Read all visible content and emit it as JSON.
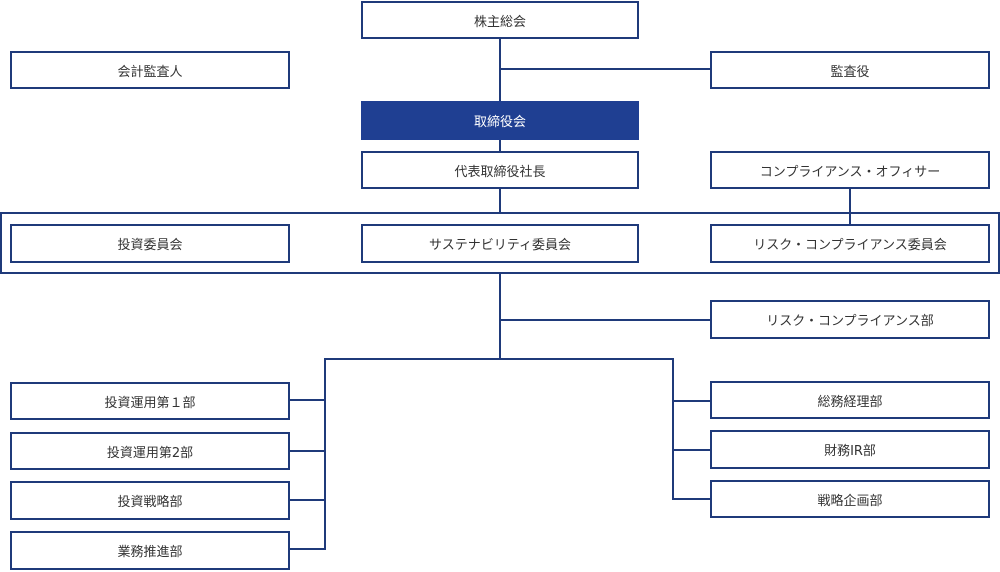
{
  "nodes": {
    "shareholders_meeting": "株主総会",
    "accounting_auditor": "会計監査人",
    "auditor": "監査役",
    "board_of_directors": "取締役会",
    "representative_director": "代表取締役社長",
    "compliance_officer": "コンプライアンス・オフィサー",
    "investment_committee": "投資委員会",
    "sustainability_committee": "サステナビリティ委員会",
    "risk_compliance_committee": "リスク・コンプライアンス委員会",
    "risk_compliance_dept": "リスク・コンプライアンス部",
    "investment_mgmt_dept_1": "投資運用第１部",
    "investment_mgmt_dept_2": "投資運用第2部",
    "investment_strategy_dept": "投資戦略部",
    "business_promotion_dept": "業務推進部",
    "general_affairs_dept": "総務経理部",
    "finance_ir_dept": "財務IR部",
    "strategic_planning_dept": "戦略企画部"
  },
  "colors": {
    "border": "#1f3a7a",
    "highlight": "#1f3f92"
  }
}
